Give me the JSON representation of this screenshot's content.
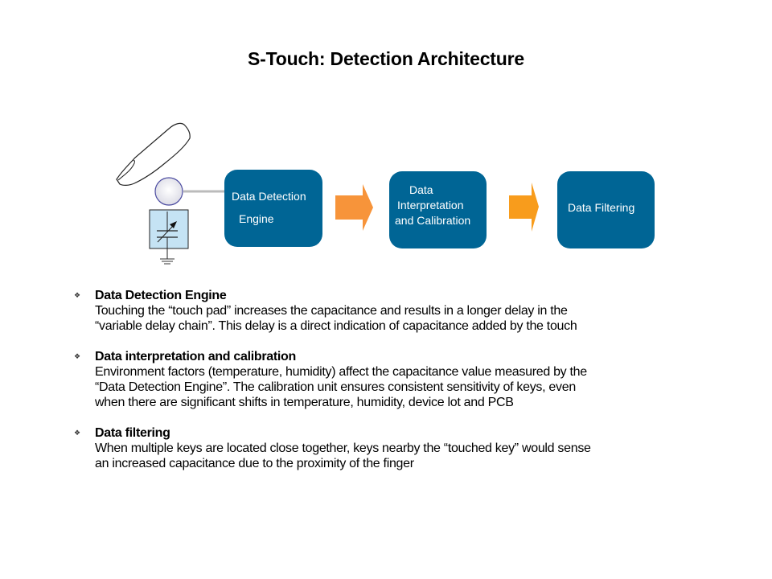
{
  "title": "S-Touch: Detection Architecture",
  "diagram": {
    "blocks": [
      {
        "lines": [
          "Data Detection",
          "Engine"
        ]
      },
      {
        "lines": [
          "Data",
          "Interpretation",
          "and Calibration"
        ]
      },
      {
        "lines": [
          "Data Filtering"
        ]
      }
    ],
    "colors": {
      "block": "#006595",
      "arrow1": "#F7943A",
      "arrow2": "#F89C1C",
      "capacitor_box": "#C5E3F4",
      "touch_pad_stroke": "#4A4AA0",
      "connector": "#BBBBBB"
    }
  },
  "bullets": [
    {
      "heading": "Data Detection Engine",
      "lines": [
        "Touching the “touch pad” increases the capacitance and results in a longer delay in the",
        "“variable delay chain”. This delay is a direct indication of capacitance added by the touch"
      ]
    },
    {
      "heading": "Data interpretation and calibration",
      "lines": [
        "Environment factors (temperature, humidity) affect the capacitance value measured by the",
        "“Data Detection Engine”. The calibration unit ensures consistent sensitivity of keys, even",
        "when there are significant shifts in temperature, humidity, device lot and PCB"
      ]
    },
    {
      "heading": "Data filtering",
      "lines": [
        "When multiple keys are located close together, keys nearby the “touched key” would sense",
        "an increased capacitance due to the proximity of the finger"
      ]
    }
  ],
  "bullet_glyph": "❖"
}
